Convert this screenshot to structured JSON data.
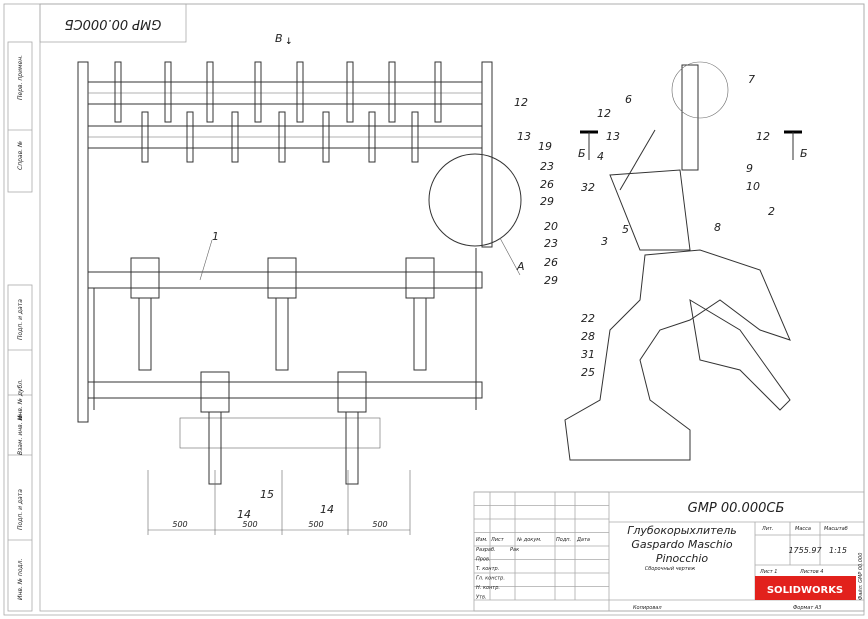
{
  "drawing": {
    "mirrored_code": "GMP 00.000СБ",
    "view_label": "В",
    "section_labels": [
      "Б",
      "Б"
    ],
    "detail_label": "А",
    "front_view_callouts": [
      "1",
      "12",
      "13",
      "19",
      "23",
      "26",
      "29",
      "20",
      "23",
      "26",
      "29",
      "15",
      "14",
      "14"
    ],
    "side_view_callouts": [
      "7",
      "6",
      "12",
      "13",
      "4",
      "12",
      "9",
      "10",
      "32",
      "5",
      "8",
      "2",
      "3",
      "22",
      "28",
      "31",
      "25"
    ],
    "dimensions": [
      "500",
      "500",
      "500",
      "500"
    ]
  },
  "left_strip": [
    "Перв. примен.",
    "Справ. №",
    "Подп. и дата",
    "Инв. № дубл.",
    "Взам. инв. №",
    "Подп. и дата",
    "Инв. № подл."
  ],
  "title_block": {
    "code": "GMP 00.000СБ",
    "name_line1": "Глубокорыхлитель",
    "name_line2": "Gaspardo Maschio",
    "name_line3": "Pinocchio",
    "doc_type": "Сборочный чертеж",
    "headers": [
      "Изм.",
      "Лист",
      "№ докум.",
      "Подп.",
      "Дата"
    ],
    "roles": [
      "Разраб.",
      "Пров.",
      "Т. контр.",
      "Гл. констр.",
      "Н. контр.",
      "Утв."
    ],
    "developer": "Рак",
    "lit_label": "Лит.",
    "mass_label": "Масса",
    "scale_label": "Масштаб",
    "mass": "1755.97",
    "scale": "1:15",
    "sheet": "Лист 1",
    "sheets": "Листов 4",
    "copied": "Копировал",
    "format": "Формат А3",
    "logo": "SOLIDWORKS",
    "side_code": "Файл: GMP 00.000"
  },
  "colors": {
    "logo_bg": "#e2211c",
    "paper": "#ffffff",
    "frame": "#9a9a9a"
  }
}
